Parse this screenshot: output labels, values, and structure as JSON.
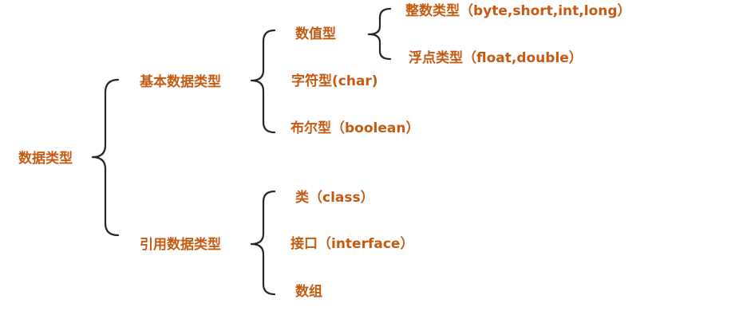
{
  "diagram": {
    "root": "数据类型",
    "basic": {
      "label": "基本数据类型",
      "numeric": {
        "label": "数值型",
        "integer": "整数类型（byte,short,int,long）",
        "float": "浮点类型（float,double）"
      },
      "char": "字符型(char)",
      "boolean": "布尔型（boolean）"
    },
    "reference": {
      "label": "引用数据类型",
      "class": "类（class）",
      "interface": "接口（interface）",
      "array": "数组"
    },
    "colors": {
      "text": "#c55a11",
      "brace": "#262626"
    }
  }
}
